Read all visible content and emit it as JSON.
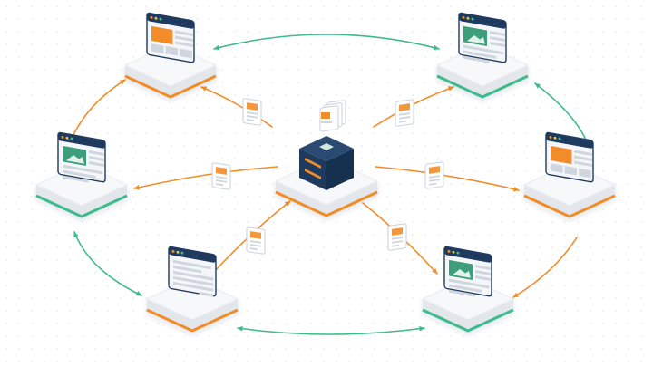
{
  "colors": {
    "background": "#ffffff",
    "dot_grid": "#e6eaef",
    "navy": "#1f3a5f",
    "orange": "#f28c28",
    "green": "#3dbb8a",
    "window_body": "#f4f6f9",
    "window_line": "#cfd6de",
    "platform_top": "#f7f8fa",
    "platform_side": "#e3e7ec",
    "image_tile": "#3c9e7a"
  },
  "diagram": {
    "hub": {
      "name": "central-server",
      "icon": "server-stack-icon"
    },
    "nodes": [
      {
        "id": "n1",
        "content": "orange-panel",
        "accent": "orange"
      },
      {
        "id": "n2",
        "content": "image-panel",
        "accent": "green"
      },
      {
        "id": "n3",
        "content": "image-panel",
        "accent": "green"
      },
      {
        "id": "n4",
        "content": "orange-panel",
        "accent": "orange"
      },
      {
        "id": "n5",
        "content": "text-lines",
        "accent": "orange"
      },
      {
        "id": "n6",
        "content": "image-panel",
        "accent": "green"
      }
    ],
    "hub_links": [
      {
        "node": "n1",
        "direction": "to-node"
      },
      {
        "node": "n2",
        "direction": "to-node"
      },
      {
        "node": "n3",
        "direction": "to-node"
      },
      {
        "node": "n4",
        "direction": "to-node"
      },
      {
        "node": "n5",
        "direction": "from-node"
      },
      {
        "node": "n6",
        "direction": "to-node"
      }
    ],
    "peer_links": [
      {
        "from": "n1",
        "to": "n2",
        "type": "bidirectional",
        "color": "green"
      },
      {
        "from": "n2",
        "to": "n4",
        "type": "bidirectional",
        "color": "green"
      },
      {
        "from": "n4",
        "to": "n6",
        "type": "directed",
        "color": "orange"
      },
      {
        "from": "n6",
        "to": "n5",
        "type": "bidirectional",
        "color": "green"
      },
      {
        "from": "n5",
        "to": "n3",
        "type": "bidirectional",
        "color": "green"
      },
      {
        "from": "n3",
        "to": "n1",
        "type": "directed",
        "color": "orange"
      }
    ],
    "documents": [
      {
        "link": "n1",
        "icon": "document-icon"
      },
      {
        "link": "n2",
        "icon": "document-icon"
      },
      {
        "link": "n3",
        "icon": "document-icon"
      },
      {
        "link": "n4",
        "icon": "document-icon"
      },
      {
        "link": "n5",
        "icon": "document-icon"
      },
      {
        "link": "n6",
        "icon": "document-icon"
      }
    ]
  }
}
